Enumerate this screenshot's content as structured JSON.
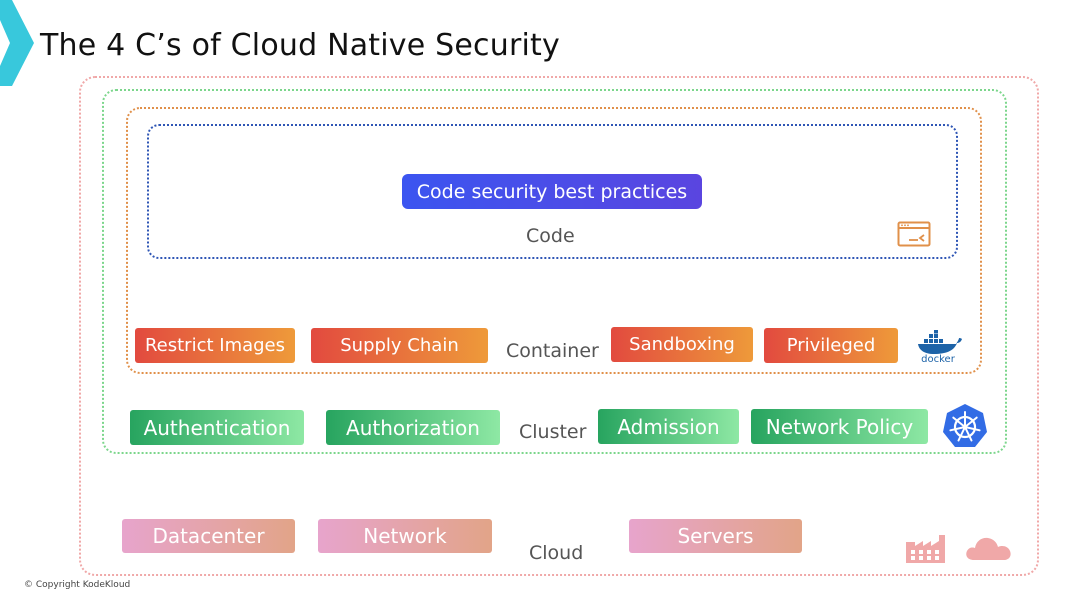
{
  "title": "The 4 C’s of Cloud Native Security",
  "layers": {
    "code": {
      "label": "Code",
      "items": [
        "Code security best practices"
      ],
      "icon": "terminal-window-icon"
    },
    "container": {
      "label": "Container",
      "items": [
        "Restrict Images",
        "Supply Chain",
        "Sandboxing",
        "Privileged"
      ],
      "icon": "docker-icon",
      "icon_text": "docker"
    },
    "cluster": {
      "label": "Cluster",
      "items": [
        "Authentication",
        "Authorization",
        "Admission",
        "Network Policy"
      ],
      "icon": "kubernetes-icon"
    },
    "cloud": {
      "label": "Cloud",
      "items": [
        "Datacenter",
        "Network",
        "Servers"
      ],
      "icons": [
        "factory-icon",
        "cloud-icon"
      ]
    }
  },
  "colors": {
    "code_border": "#2f56b5",
    "container_border": "#e0904a",
    "cluster_border": "#7cd68c",
    "cloud_border": "#f0a8a8",
    "logo_accent": "#38c8dc"
  },
  "footer": "© Copyright KodeKloud"
}
